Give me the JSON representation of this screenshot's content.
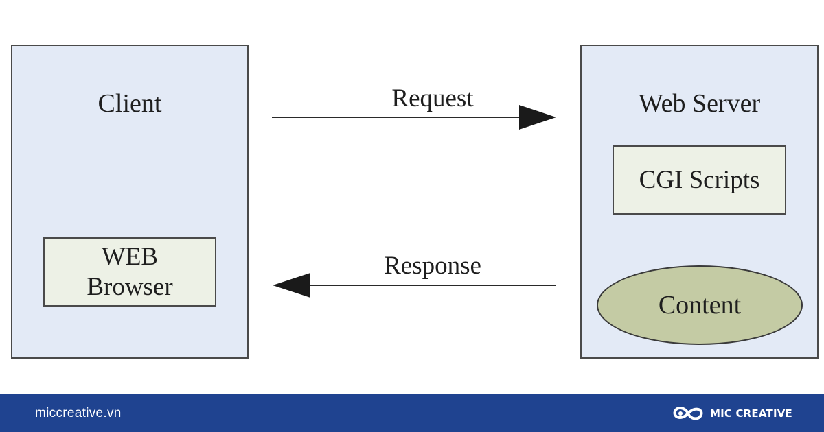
{
  "colors": {
    "panel_fill": "#e3eaf6",
    "box_fill": "#edf1e6",
    "ellipse_fill": "#c4cba4",
    "stroke": "#4a4a4a",
    "footer_bg": "#1f4390",
    "footer_text": "#ffffff"
  },
  "diagram": {
    "client": {
      "title": "Client",
      "browser_line1": "WEB",
      "browser_line2": "Browser"
    },
    "server": {
      "title": "Web Server",
      "cgi_label": "CGI Scripts",
      "content_label": "Content"
    },
    "request_label": "Request",
    "response_label": "Response"
  },
  "footer": {
    "domain": "miccreative.vn",
    "brand": "MIC CREATIVE",
    "logo_icon": "infinity-loop-logo-icon"
  }
}
